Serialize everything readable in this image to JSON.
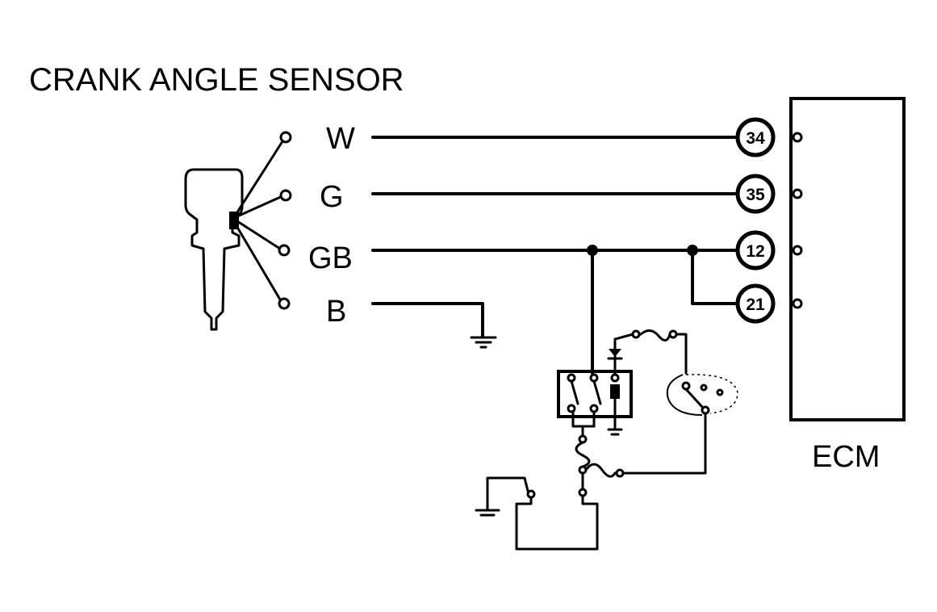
{
  "title": "CRANK ANGLE SENSOR",
  "ecm_label": "ECM",
  "wires": [
    {
      "color": "W",
      "terminal": "34"
    },
    {
      "color": "G",
      "terminal": "35"
    },
    {
      "color": "GB",
      "terminal": "12"
    },
    {
      "color": "B",
      "terminal": ""
    }
  ],
  "extra_terminal": "21"
}
